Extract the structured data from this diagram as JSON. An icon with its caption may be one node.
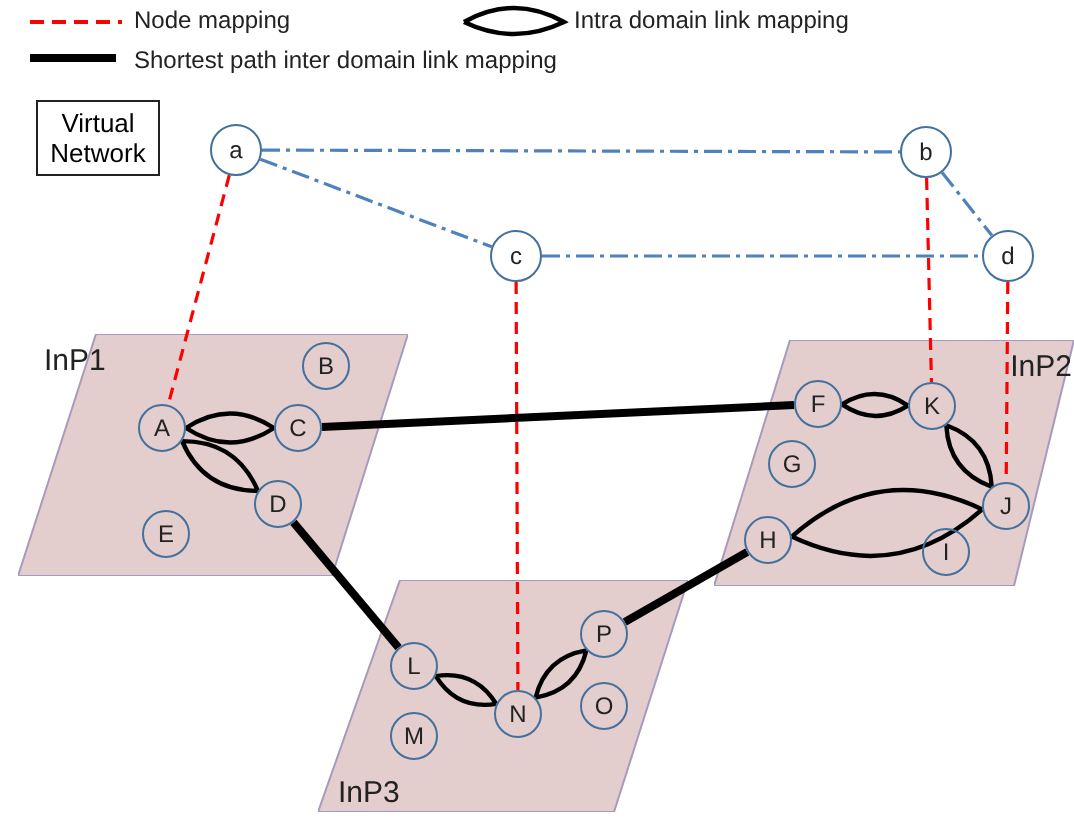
{
  "diagram": {
    "nodes": [
      {
        "text": [
          "Virtual Network"
        ]
      },
      {
        "text": [
          "a"
        ]
      },
      {
        "text": [
          "b"
        ]
      },
      {
        "text": [
          "c"
        ]
      },
      {
        "text": [
          "d"
        ]
      },
      {
        "text": [
          "InP1"
        ]
      },
      {
        "text": [
          "A"
        ],
        "in": 5
      },
      {
        "text": [
          "B"
        ],
        "in": 5
      },
      {
        "text": [
          "C"
        ],
        "in": 5
      },
      {
        "text": [
          "D"
        ],
        "in": 5
      },
      {
        "text": [
          "E"
        ],
        "in": 5
      },
      {
        "text": [
          "InP2"
        ]
      },
      {
        "text": [
          "F"
        ],
        "in": 11
      },
      {
        "text": [
          "G"
        ],
        "in": 11
      },
      {
        "text": [
          "H"
        ],
        "in": 11
      },
      {
        "text": [
          "I"
        ],
        "in": 11
      },
      {
        "text": [
          "J"
        ],
        "in": 11
      },
      {
        "text": [
          "K"
        ],
        "in": 11
      },
      {
        "text": [
          "InP3"
        ]
      },
      {
        "text": [
          "L"
        ],
        "in": 18
      },
      {
        "text": [
          "M"
        ],
        "in": 18
      },
      {
        "text": [
          "N"
        ],
        "in": 18
      },
      {
        "text": [
          "O"
        ],
        "in": 18
      },
      {
        "text": [
          "P"
        ],
        "in": 18
      }
    ],
    "edges": [
      {
        "from": 1,
        "to": 2,
        "arrow": "none",
        "style": "dashed",
        "color": "#4f81bd"
      },
      {
        "from": 1,
        "to": 3,
        "arrow": "none",
        "style": "dashed",
        "color": "#4f81bd"
      },
      {
        "from": 3,
        "to": 4,
        "arrow": "none",
        "style": "dashed",
        "color": "#4f81bd"
      },
      {
        "from": 2,
        "to": 4,
        "arrow": "none",
        "style": "dashed",
        "color": "#4f81bd"
      },
      {
        "from": 1,
        "to": 6,
        "arrow": "none",
        "style": "dashed",
        "color": "#ff0000"
      },
      {
        "from": 3,
        "to": 21,
        "arrow": "none",
        "style": "dashed",
        "color": "#ff0000"
      },
      {
        "from": 2,
        "to": 17,
        "arrow": "none",
        "style": "dashed",
        "color": "#ff0000"
      },
      {
        "from": 4,
        "to": 16,
        "arrow": "none",
        "style": "dashed",
        "color": "#ff0000"
      },
      {
        "from": 6,
        "to": 8,
        "arrow": "none"
      },
      {
        "from": 6,
        "to": 9,
        "arrow": "none"
      },
      {
        "from": 8,
        "to": 12,
        "arrow": "none",
        "style": "thick"
      },
      {
        "from": 9,
        "to": 19,
        "arrow": "none",
        "style": "thick"
      },
      {
        "from": 12,
        "to": 17,
        "arrow": "none"
      },
      {
        "from": 17,
        "to": 16,
        "arrow": "none"
      },
      {
        "from": 14,
        "to": 16,
        "arrow": "none"
      },
      {
        "from": 19,
        "to": 21,
        "arrow": "none"
      },
      {
        "from": 21,
        "to": 23,
        "arrow": "none"
      },
      {
        "from": 23,
        "to": 14,
        "arrow": "none",
        "style": "thick"
      }
    ],
    "legend": [
      {
        "text": "Node mapping"
      },
      {
        "text": "Intra domain link mapping"
      },
      {
        "text": "Shortest path inter domain link mapping"
      }
    ]
  }
}
